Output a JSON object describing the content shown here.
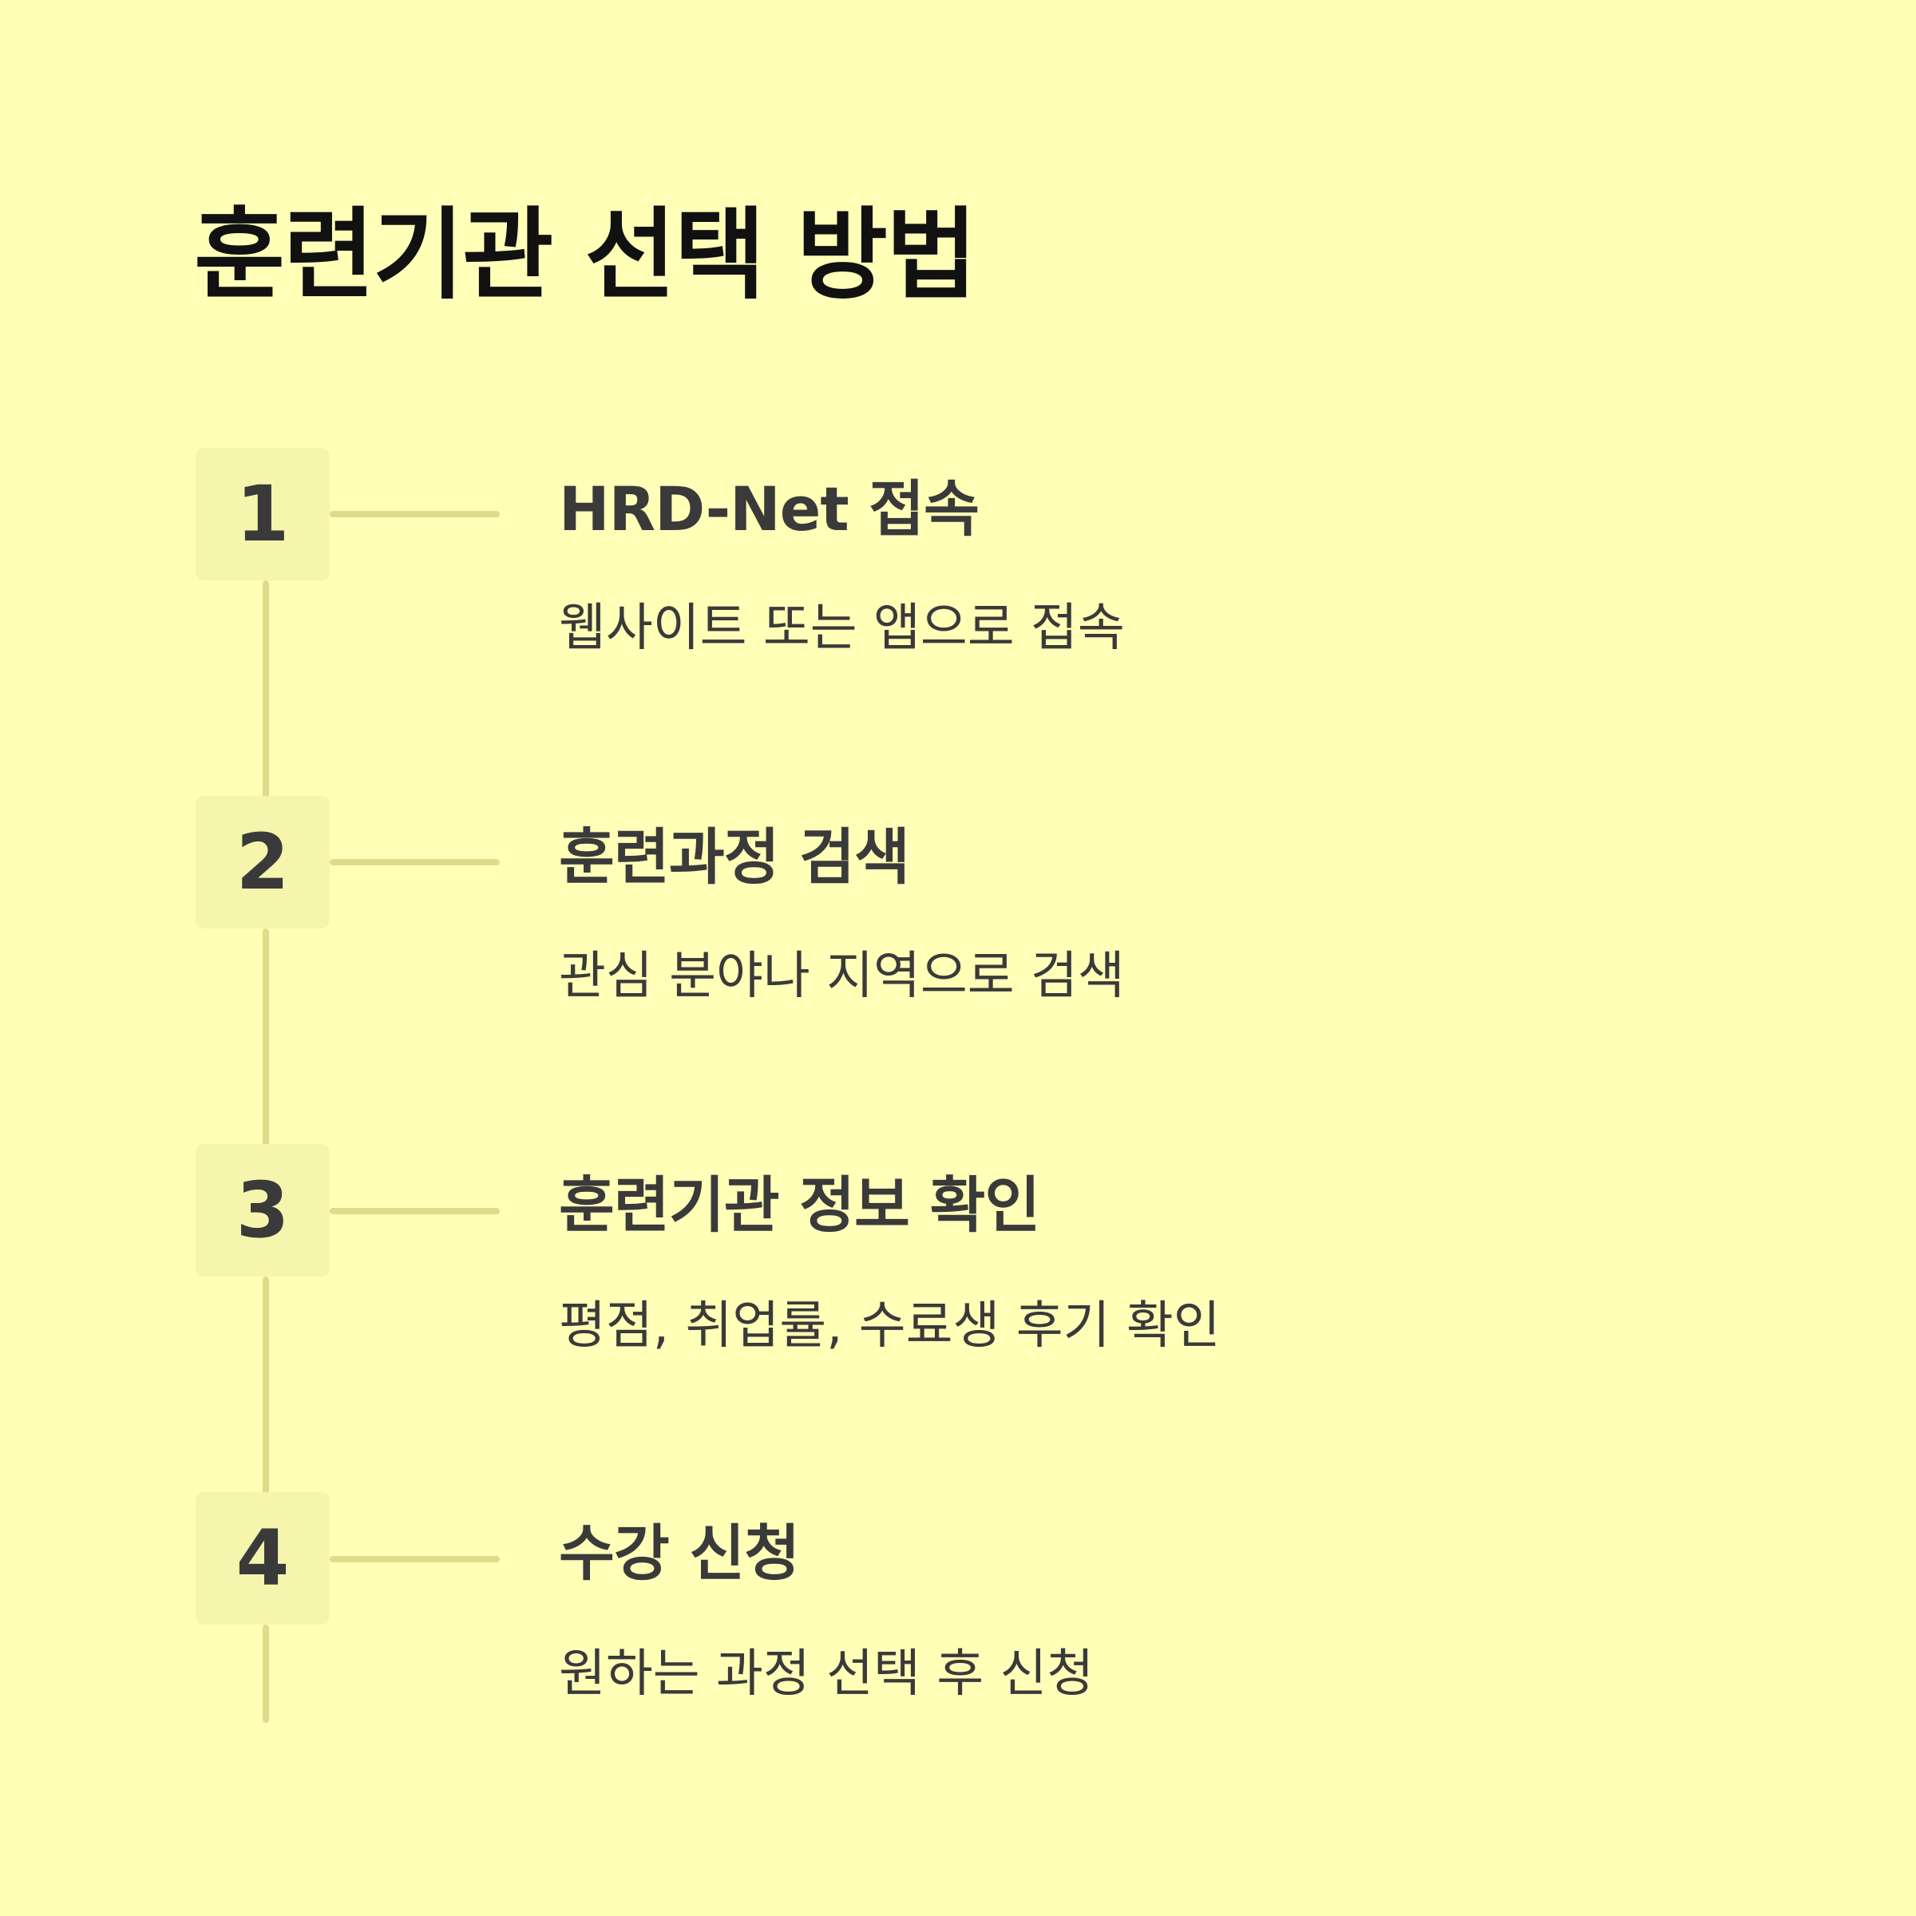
{
  "page": {
    "title": "훈련기관 선택 방법",
    "background_color": "#FFFFB8",
    "accent_color": "#DEDB8A",
    "box_color": "#F5F5AD",
    "text_color": "#3A3A3A"
  },
  "steps": [
    {
      "number": "1",
      "title": "HRD-Net 접속",
      "description": "웹사이트 또는 앱으로 접속"
    },
    {
      "number": "2",
      "title": "훈련과정 검색",
      "description": "관심 분야나 지역으로 검색"
    },
    {
      "number": "3",
      "title": "훈련기관 정보 확인",
      "description": "평점, 취업률, 수료생 후기 확인"
    },
    {
      "number": "4",
      "title": "수강 신청",
      "description": "원하는 과정 선택 후 신청"
    }
  ]
}
